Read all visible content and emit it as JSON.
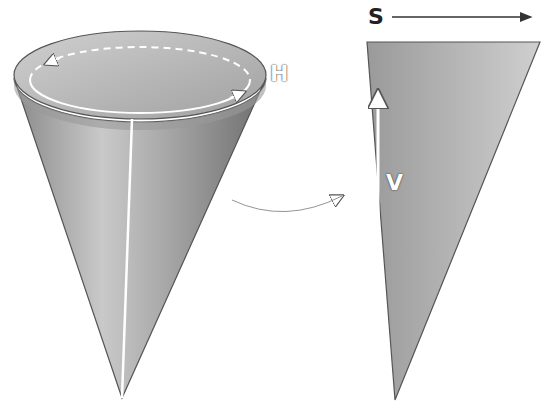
{
  "diagram": {
    "labels": [
      "H",
      "S",
      "V"
    ]
  }
}
